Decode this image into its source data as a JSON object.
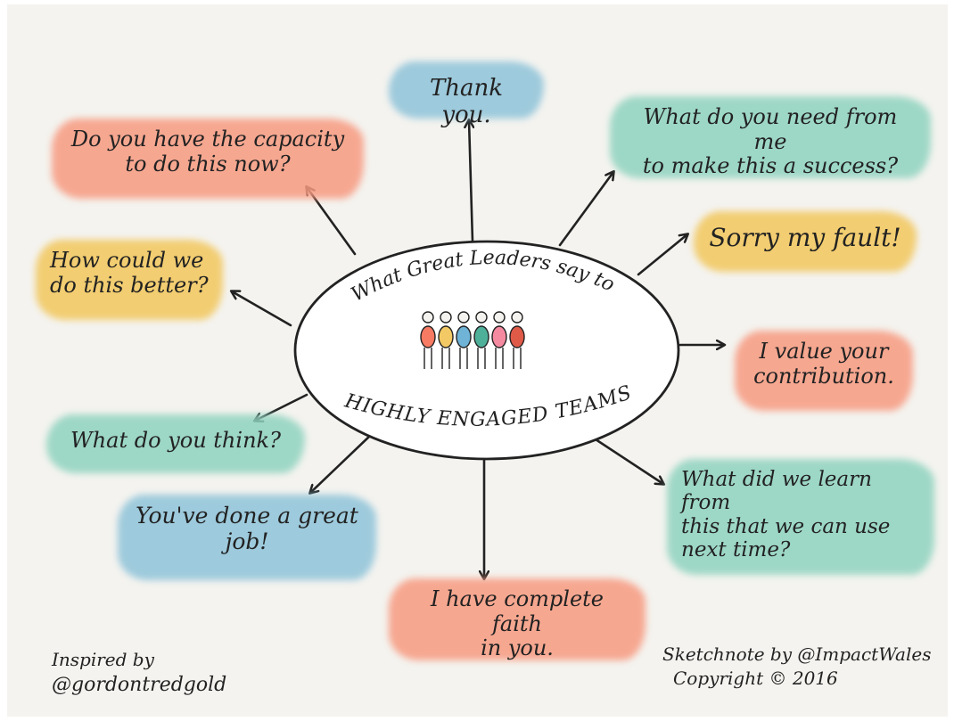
{
  "center": {
    "title_top": "What Great Leaders say to",
    "title_bottom": "HIGHLY ENGAGED TEAMS"
  },
  "notes": {
    "thank_you": "Thank you.",
    "need_from_me_1": "What do you need from me",
    "need_from_me_2": "to make this a success?",
    "capacity_1": "Do you have the capacity",
    "capacity_2": "to do this now?",
    "sorry": "Sorry my fault!",
    "better_1": "How could we",
    "better_2": "do this better?",
    "value_1": "I value your",
    "value_2": "contribution.",
    "think": "What do you think?",
    "learn_1": "What did we learn from",
    "learn_2": "this that we can use",
    "learn_3": "next time?",
    "great_job_1": "You've done a great",
    "great_job_2": "job!",
    "faith_1": "I have complete faith",
    "faith_2": "in you."
  },
  "credits": {
    "inspired_1": "Inspired by",
    "inspired_2": "@gordontredgold",
    "sketch_1": "Sketchnote by @ImpactWales",
    "sketch_2": "Copyright © 2016"
  },
  "colors": {
    "background": "#f4f3ef",
    "blue": "#8ec3d9",
    "teal": "#8fd3bf",
    "salmon": "#f79a80",
    "yellow": "#f2c964",
    "ink": "#222222"
  },
  "icons": {
    "people": "group-of-six-people-icon"
  }
}
